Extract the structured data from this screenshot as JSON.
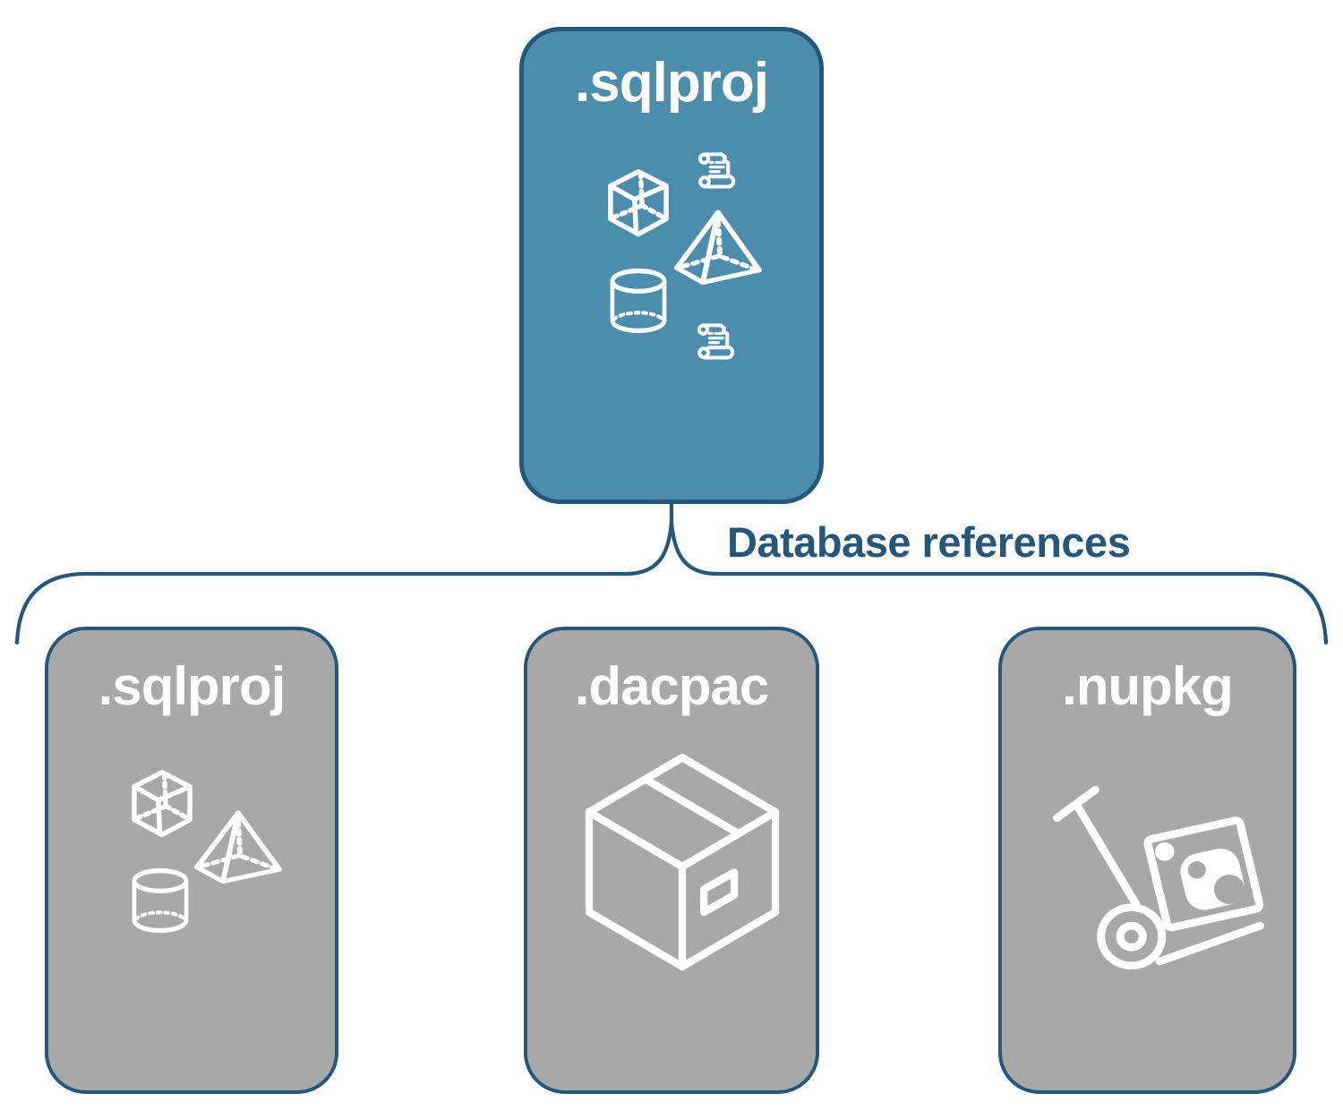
{
  "diagram": {
    "source_card": {
      "label": ".sqlproj",
      "fill_color": "#4D8DAC",
      "icons": [
        "scroll-icon",
        "cube-icon",
        "pyramid-icon",
        "cylinder-icon",
        "scroll-icon"
      ]
    },
    "connector": {
      "label": "Database references",
      "color": "#26567A"
    },
    "target_cards": [
      {
        "label": ".sqlproj",
        "fill_color": "#A8A8A8",
        "icons": [
          "cube-icon",
          "pyramid-icon",
          "cylinder-icon"
        ]
      },
      {
        "label": ".dacpac",
        "fill_color": "#A8A8A8",
        "icons": [
          "package-box-icon"
        ]
      },
      {
        "label": ".nupkg",
        "fill_color": "#A8A8A8",
        "icons": [
          "nuget-handtruck-icon"
        ]
      }
    ],
    "colors": {
      "outline": "#26567A",
      "icon_stroke": "#FFFFFF",
      "background": "#FFFFFF"
    }
  }
}
